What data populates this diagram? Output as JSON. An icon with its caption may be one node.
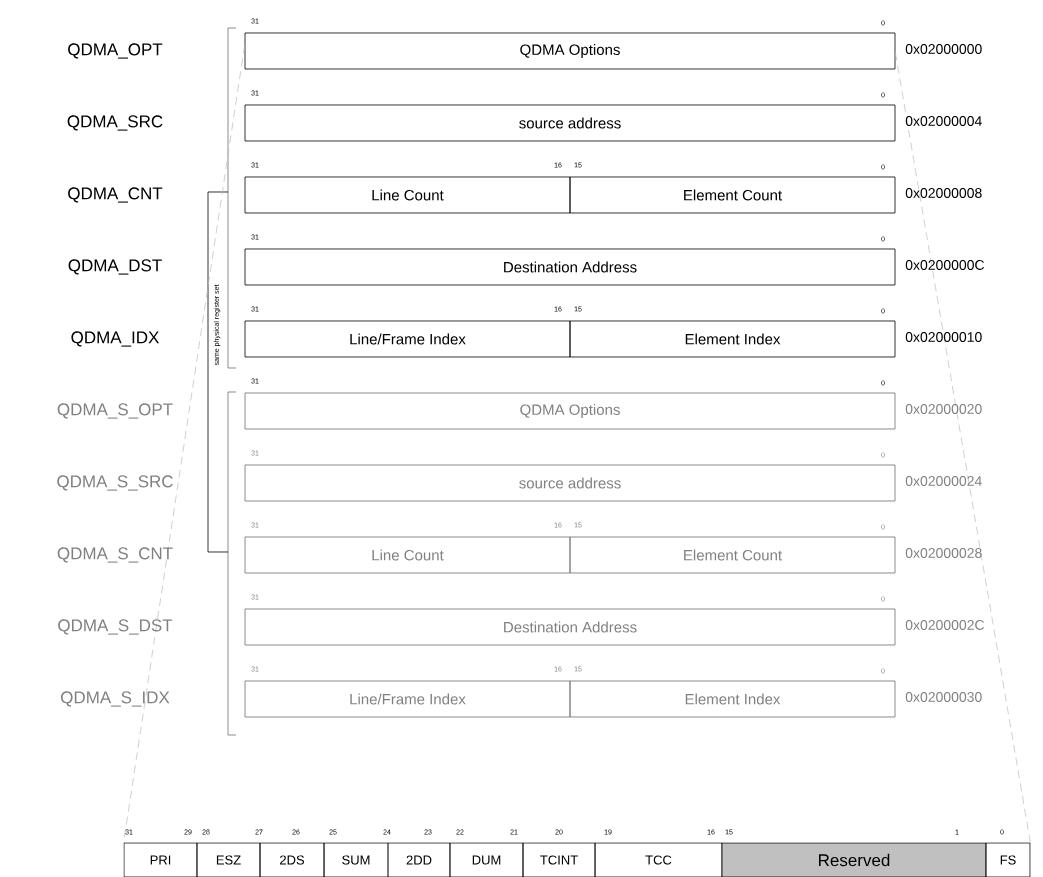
{
  "diagram": {
    "nodes": [
      {
        "text": [
          "QDMA Options"
        ]
      },
      {
        "text": [
          "source address"
        ]
      },
      {
        "text": [
          "Line Count"
        ]
      },
      {
        "text": [
          "Element Count"
        ]
      },
      {
        "text": [
          "Destination Address"
        ]
      },
      {
        "text": [
          "Line/Frame Index"
        ]
      },
      {
        "text": [
          "Element Index"
        ]
      },
      {
        "text": [
          "QDMA Options"
        ]
      },
      {
        "text": [
          "source address"
        ]
      },
      {
        "text": [
          "Line Count"
        ]
      },
      {
        "text": [
          "Element Count"
        ]
      },
      {
        "text": [
          "Destination Address"
        ]
      },
      {
        "text": [
          "Line/Frame Index"
        ]
      },
      {
        "text": [
          "Element Index"
        ]
      },
      {
        "text": [
          "PRI"
        ]
      },
      {
        "text": [
          "ESZ"
        ]
      },
      {
        "text": [
          "2DS"
        ]
      },
      {
        "text": [
          "SUM"
        ]
      },
      {
        "text": [
          "2DD"
        ]
      },
      {
        "text": [
          "DUM"
        ]
      },
      {
        "text": [
          "TCINT"
        ]
      },
      {
        "text": [
          "TCC"
        ]
      },
      {
        "text": [
          "Reserved"
        ]
      },
      {
        "text": [
          "FS"
        ]
      }
    ],
    "edges": [
      {
        "from": 0,
        "to": 14,
        "arrow": "none",
        "style": "dashed",
        "color": "#bbbbbb"
      },
      {
        "from": 0,
        "to": 23,
        "arrow": "none",
        "style": "dashed",
        "color": "#bbbbbb"
      }
    ],
    "labels": [
      "31",
      "0",
      "QDMA_OPT",
      "0x02000000",
      "31",
      "0",
      "QDMA_SRC",
      "0x02000004",
      "31",
      "16",
      "15",
      "0",
      "QDMA_CNT",
      "0x02000008",
      "31",
      "0",
      "QDMA_DST",
      "0x0200000C",
      "31",
      "16",
      "15",
      "0",
      "QDMA_IDX",
      "0x02000010",
      "same physical register set",
      "31",
      "0",
      "QDMA_S_OPT",
      "0x02000020",
      "31",
      "0",
      "QDMA_S_SRC",
      "0x02000024",
      "31",
      "16",
      "15",
      "0",
      "QDMA_S_CNT",
      "0x02000028",
      "31",
      "0",
      "QDMA_S_DST",
      "0x0200002C",
      "31",
      "16",
      "15",
      "0",
      "QDMA_S_IDX",
      "0x02000030",
      "31",
      "29",
      "28",
      "27",
      "26",
      "25",
      "24",
      "23",
      "22",
      "21",
      "20",
      "19",
      "16",
      "15",
      "1",
      "0"
    ]
  }
}
